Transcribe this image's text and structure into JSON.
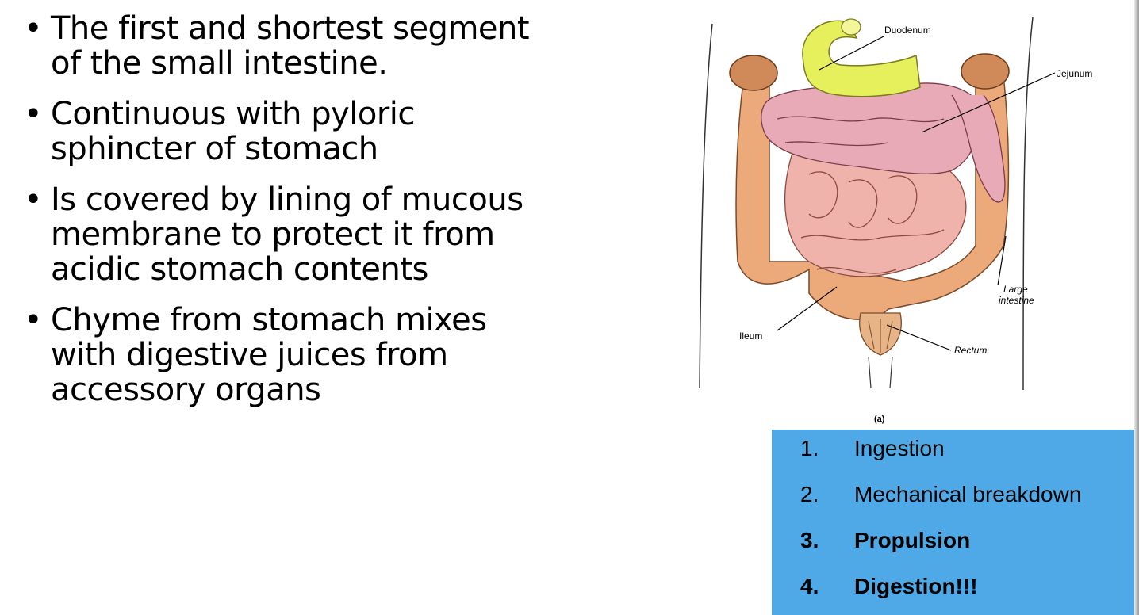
{
  "bullets": [
    "The first and shortest segment of the small intestine.",
    "Continuous with pyloric sphincter of stomach",
    "Is covered by lining of mucous membrane to protect it from acidic stomach contents",
    "Chyme from stomach mixes with digestive juices from accessory organs"
  ],
  "figure": {
    "labels": {
      "duodenum": "Duodenum",
      "jejunum": "Jejunum",
      "large_intestine_1": "Large",
      "large_intestine_2": "intestine",
      "ileum": "Ileum",
      "rectum": "Rectum"
    },
    "caption": "(a)",
    "colors": {
      "duodenum": "#e6ef5c",
      "small_intestine": "#f0b3ac",
      "jejunum": "#e8aab6",
      "large_intestine": "#ecaa7a",
      "rectum": "#e6b487"
    }
  },
  "steps": [
    {
      "num": "1.",
      "label": "Ingestion",
      "bold": false
    },
    {
      "num": "2.",
      "label": "Mechanical breakdown",
      "bold": false
    },
    {
      "num": "3.",
      "label": "Propulsion",
      "bold": true
    },
    {
      "num": "4.",
      "label": "Digestion!!!",
      "bold": true
    }
  ],
  "colors": {
    "steps_background": "#4ea9e6"
  }
}
